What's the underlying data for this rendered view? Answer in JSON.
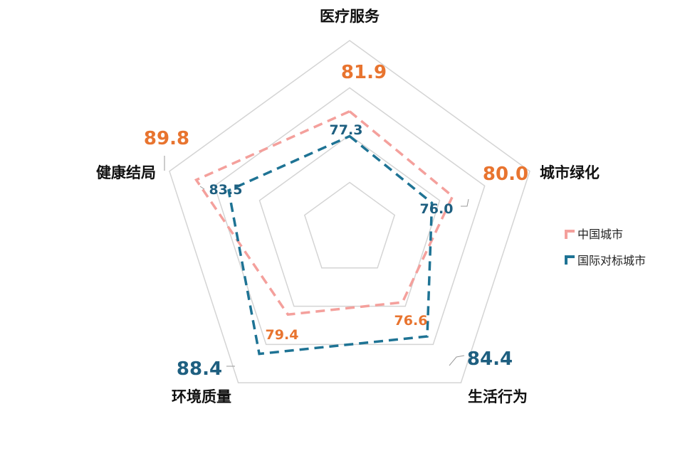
{
  "chart_data": {
    "type": "radar",
    "axes": [
      "医疗服务",
      "城市绿化",
      "生活行为",
      "环境质量",
      "健康结局"
    ],
    "rlim": [
      60,
      95
    ],
    "grid": true,
    "legend_position": "right",
    "series": [
      {
        "name": "中国城市",
        "color": "#f4a09c",
        "label_color": "#e8742f",
        "values": [
          81.9,
          80.0,
          76.6,
          79.4,
          89.8
        ],
        "labels": [
          "81.9",
          "80.0",
          "76.6",
          "79.4",
          "89.8"
        ]
      },
      {
        "name": "国际对标城市",
        "color": "#1e7394",
        "label_color": "#1e5f80",
        "values": [
          77.3,
          76.0,
          84.4,
          88.4,
          83.5
        ],
        "labels": [
          "77.3",
          "76.0",
          "84.4",
          "88.4",
          "83.5"
        ]
      }
    ]
  }
}
